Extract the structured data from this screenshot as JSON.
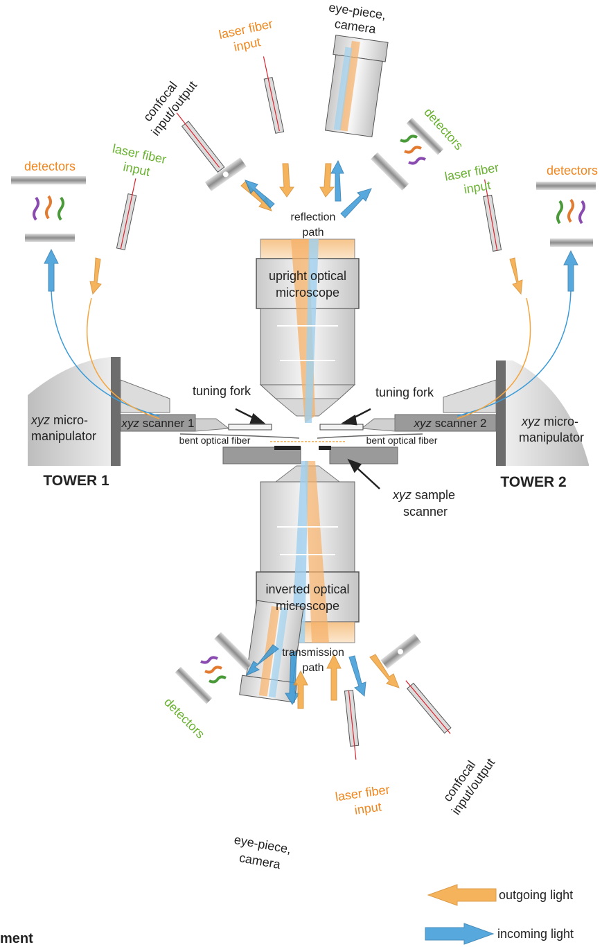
{
  "colors": {
    "outgoing": "#f4a640",
    "incoming": "#3a9bd8",
    "label_orange": "#f0861e",
    "label_green": "#6ab232",
    "text": "#222222",
    "fiber_red": "#d9232d"
  },
  "top": {
    "eyepiece": [
      "eye-piece,",
      "camera"
    ],
    "laser_fiber": [
      "laser fiber",
      "input"
    ],
    "confocal": [
      "confocal",
      "input/output"
    ],
    "detectors": "detectors",
    "reflection": [
      "reflection",
      "path"
    ]
  },
  "left_side": {
    "detectors": "detectors",
    "laser_fiber": [
      "laser fiber",
      "input"
    ],
    "micromanipulator": [
      "xyz",
      " micro-",
      "manipulator"
    ],
    "scanner": [
      "xyz",
      " scanner 1"
    ],
    "tuning_fork": "tuning fork",
    "bent_fiber": "bent optical fiber",
    "tower": "TOWER 1"
  },
  "right_side": {
    "detectors": "detectors",
    "laser_fiber": [
      "laser fiber",
      "input"
    ],
    "micromanipulator": [
      "xyz",
      " micro-",
      "manipulator"
    ],
    "scanner": [
      "xyz",
      " scanner 2"
    ],
    "tuning_fork": "tuning fork",
    "bent_fiber": "bent optical fiber",
    "tower": "TOWER 2"
  },
  "center": {
    "upright": [
      "upright optical",
      "microscope"
    ],
    "inverted": [
      "inverted optical",
      "microscope"
    ],
    "sample_scanner": [
      "xyz",
      " sample",
      "scanner"
    ]
  },
  "bottom": {
    "transmission": [
      "transmission",
      "path"
    ],
    "detectors": "detectors",
    "eyepiece": [
      "eye-piece,",
      "camera"
    ],
    "laser_fiber": [
      "laser fiber",
      "input"
    ],
    "confocal": [
      "confocal",
      "input/output"
    ]
  },
  "legend": {
    "outgoing": "outgoing light",
    "incoming": "incoming light"
  },
  "footer_fragment": "ment"
}
